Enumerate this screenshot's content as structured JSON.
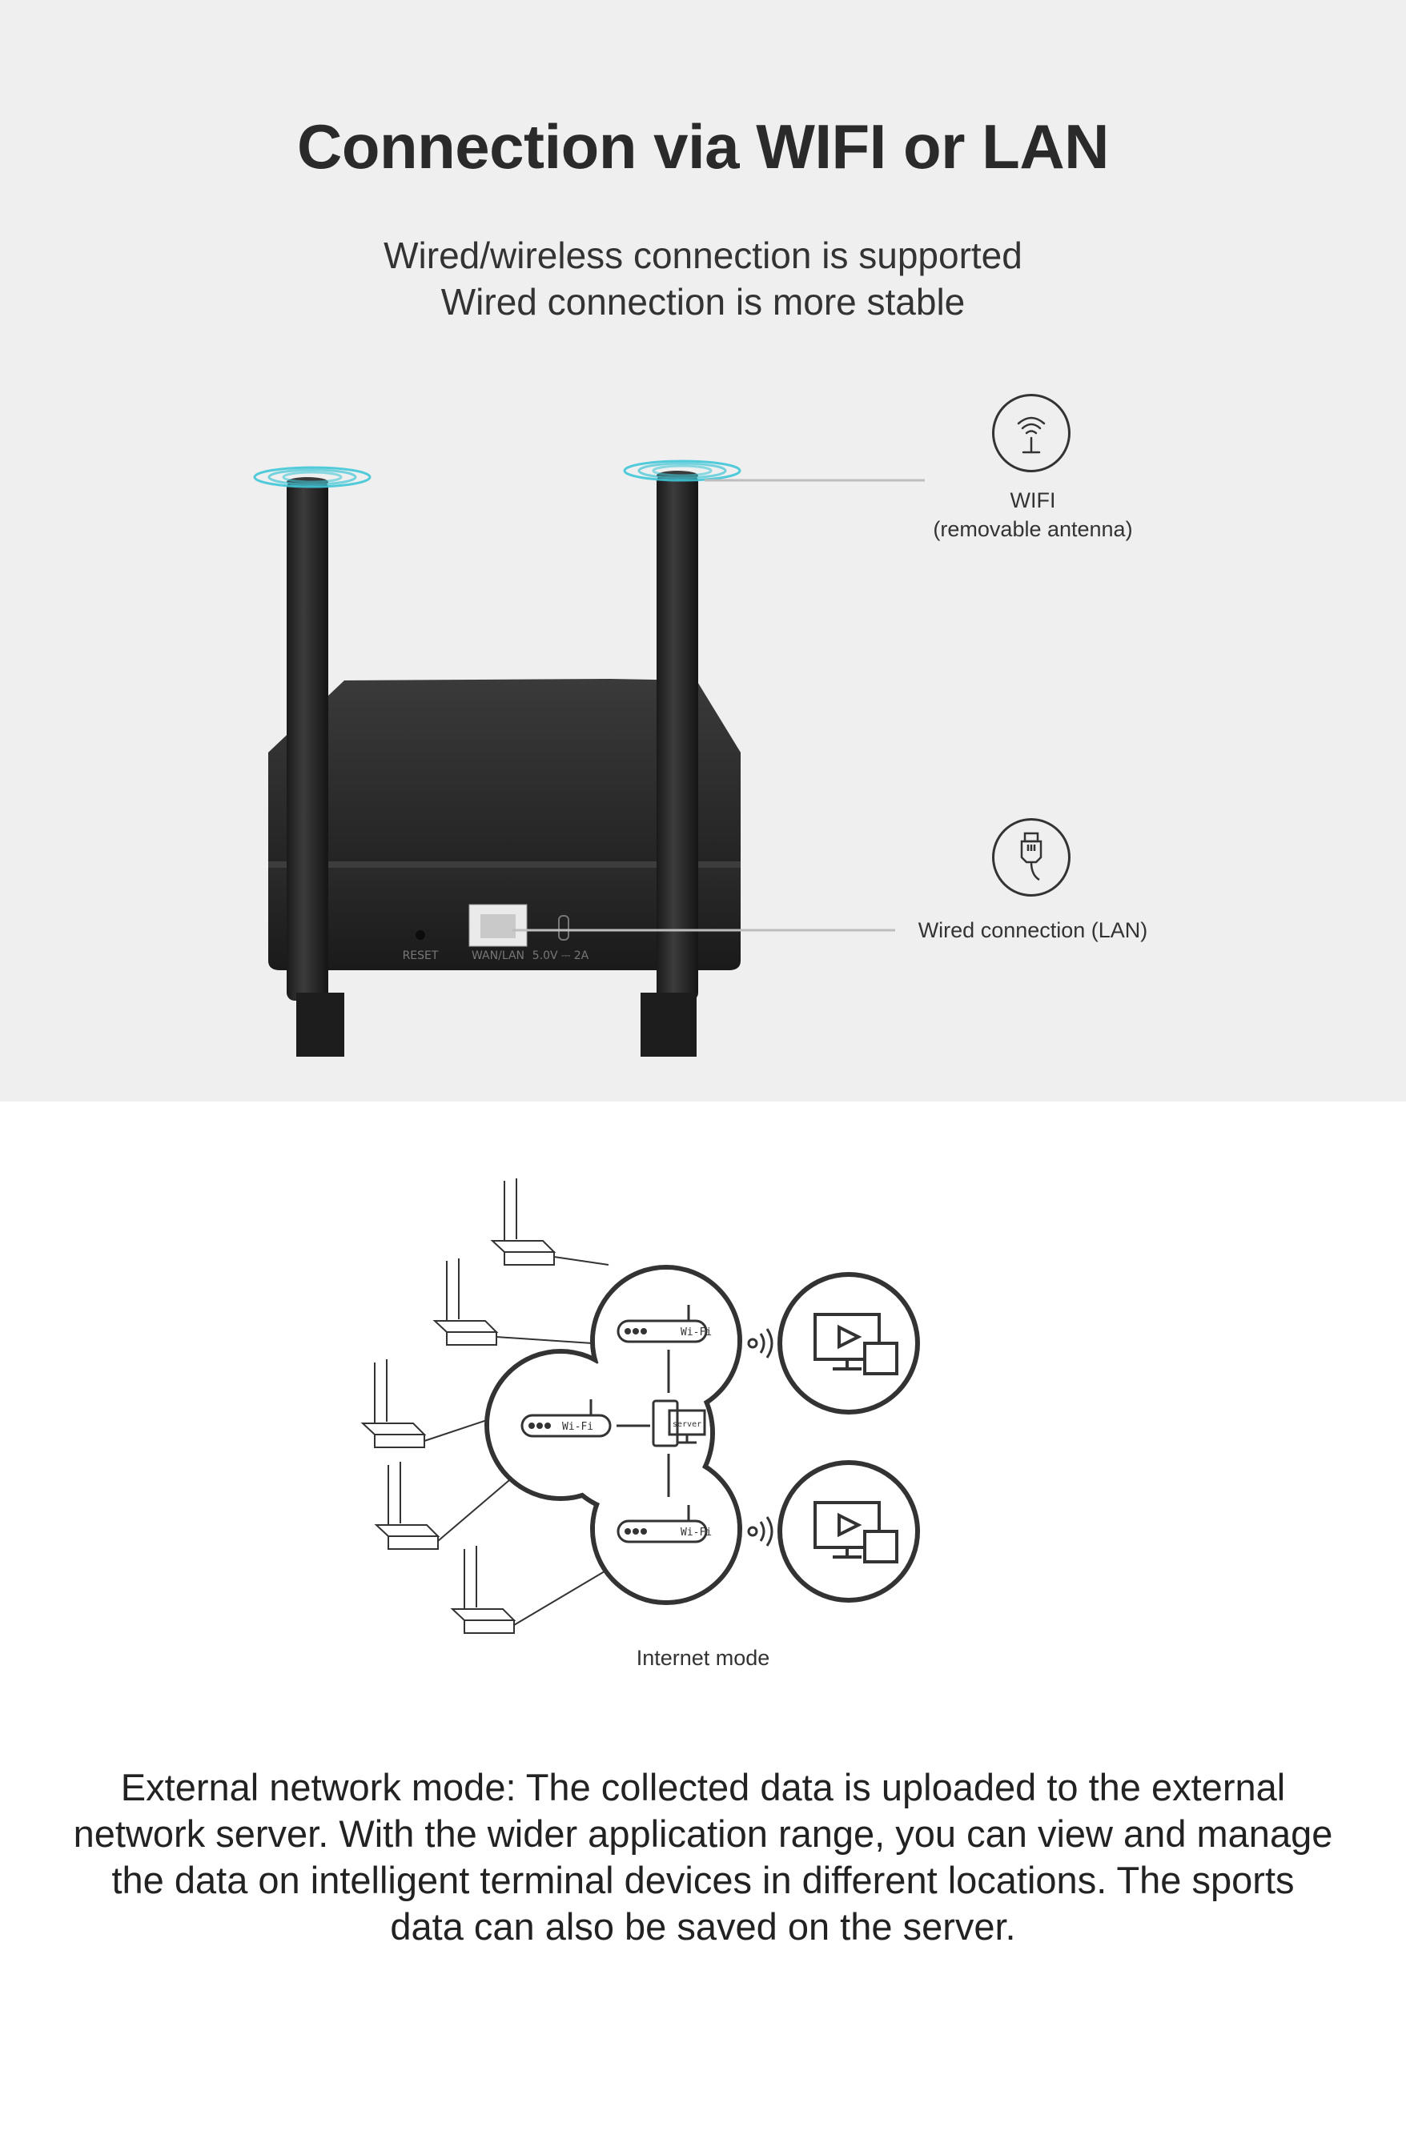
{
  "header": {
    "title": "Connection via WIFI or LAN",
    "subtitle_line1": "Wired/wireless connection is supported",
    "subtitle_line2": "Wired connection is more stable"
  },
  "callouts": {
    "wifi_label": "WIFI",
    "wifi_sublabel": "(removable antenna)",
    "lan_label": "Wired connection (LAN)"
  },
  "device": {
    "port_reset": "RESET",
    "port_lan": "WAN/LAN",
    "port_power": "5.0V ⎓ 2A"
  },
  "diagram": {
    "router_label": "Wi-Fi",
    "server_label": "server",
    "caption": "Internet mode"
  },
  "description": "External network mode: The collected data is uploaded to the external network server. With the wider application range, you can view and manage the data on intelligent terminal devices in different locations. The sports data can also be saved on the server.",
  "icons": {
    "antenna": "antenna-signal-icon",
    "lan": "ethernet-plug-icon",
    "signal": "wireless-signal-icon",
    "screen": "monitor-play-icon"
  },
  "colors": {
    "top_background": "#efefef",
    "device_body": "#2a2a2a",
    "signal_glow": "#3fc6d6"
  }
}
